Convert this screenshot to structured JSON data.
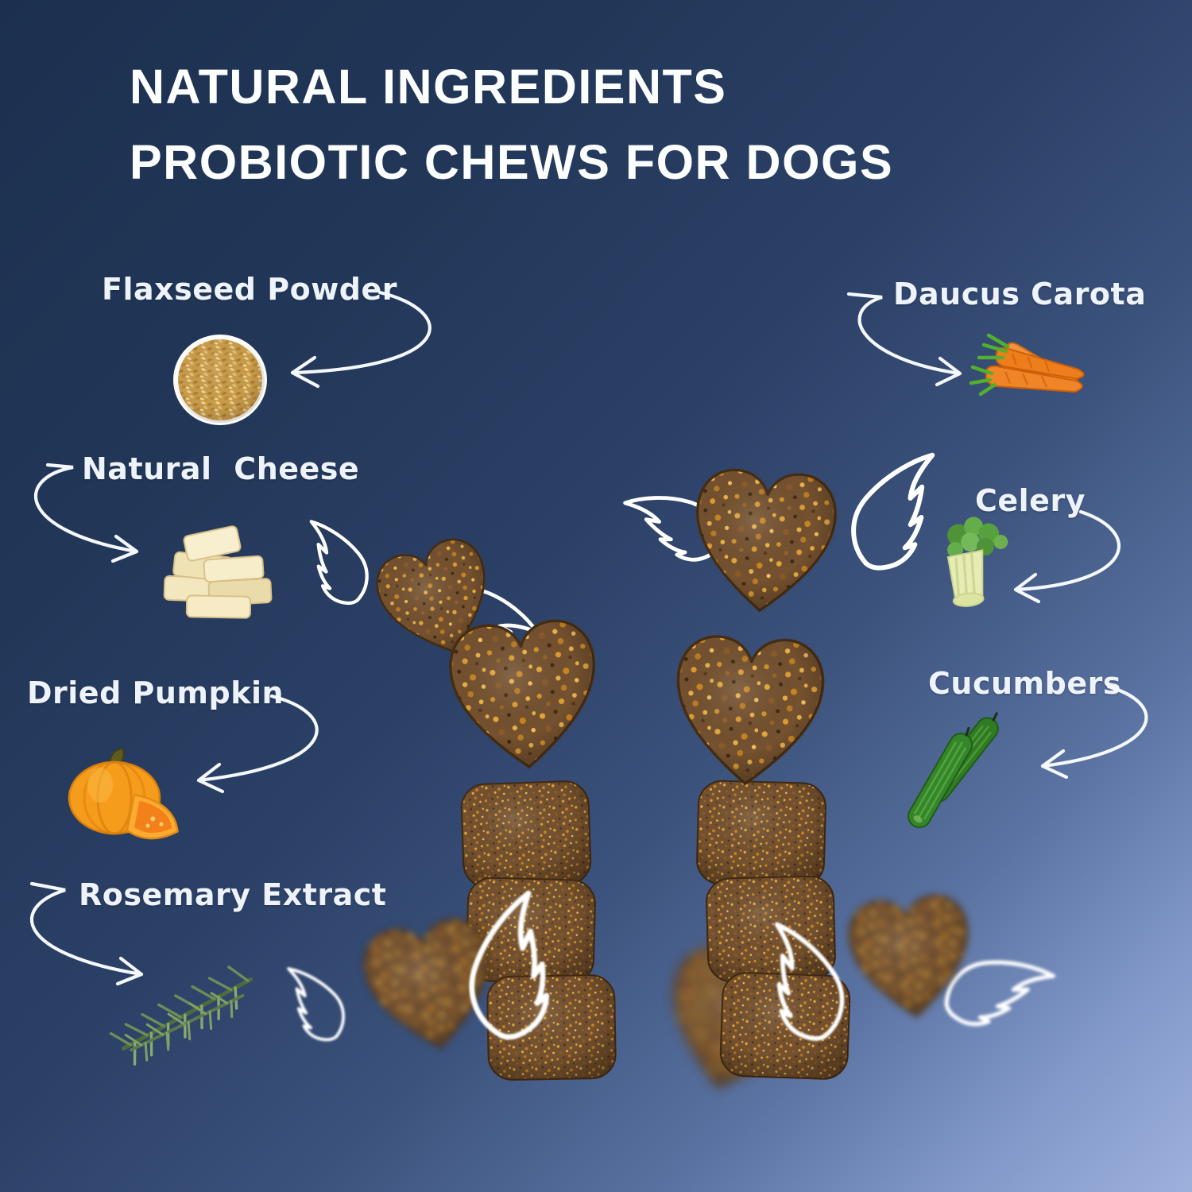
{
  "title": {
    "line1": "NATURAL INGREDIENTS",
    "line2": "PROBIOTIC CHEWS FOR DOGS"
  },
  "ingredients": {
    "left": [
      {
        "id": "flaxseed",
        "label": "Flaxseed Powder",
        "icon": "flaxseed-bowl-icon"
      },
      {
        "id": "cheese",
        "label": "Natural Cheese",
        "icon": "cheese-stack-icon"
      },
      {
        "id": "pumpkin",
        "label": "Dried Pumpkin",
        "icon": "pumpkin-icon"
      },
      {
        "id": "rosemary",
        "label": "Rosemary Extract",
        "icon": "rosemary-sprig-icon"
      }
    ],
    "right": [
      {
        "id": "carrot",
        "label": "Daucus Carota",
        "icon": "carrots-icon"
      },
      {
        "id": "celery",
        "label": "Celery",
        "icon": "celery-icon"
      },
      {
        "id": "cucumber",
        "label": "Cucumbers",
        "icon": "cucumbers-icon"
      }
    ]
  },
  "artwork": {
    "motif": "heart-shaped dog chew stacks with angel wings",
    "colors": {
      "background_top": "#1c2f4f",
      "background_bottom": "#9eb1dd",
      "title_text": "#fdfefe",
      "label_text": "#eef3fa",
      "wing_outline": "#ffffff",
      "chew_brown": "#74512f",
      "chew_speckle_gold": "#e3a83c",
      "pumpkin_orange": "#f59c1c",
      "carrot_orange": "#ee7d1c",
      "cucumber_green": "#2f7a22",
      "celery_green": "#5fa843",
      "cheese_cream": "#f3e9c0",
      "flaxseed_gold": "#c89b4b"
    }
  }
}
